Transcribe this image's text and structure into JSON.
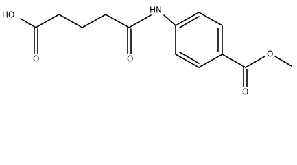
{
  "molecule": {
    "labels": {
      "hydroxyl": "HO",
      "acid_carbonyl_oxygen": "O",
      "amide_nitrogen": "HN",
      "amide_oxygen": "O",
      "ester_carbonyl_oxygen": "O",
      "ester_ether_oxygen": "O"
    }
  }
}
